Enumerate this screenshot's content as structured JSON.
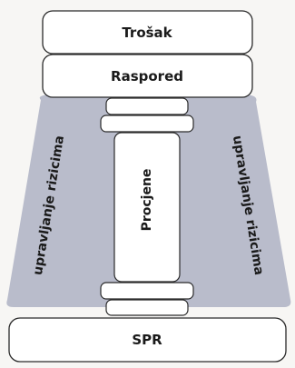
{
  "diagram": {
    "top_box_1": "Trošak",
    "top_box_2": "Raspored",
    "pillar": "Procjene",
    "base": "SPR",
    "left_band": "upravljanje rizicima",
    "right_band": "upravljanje rizicima"
  },
  "colors": {
    "band_fill": "#b9bccb",
    "box_fill": "#ffffff",
    "stroke": "#2a2a2a",
    "background": "#f7f6f4"
  }
}
